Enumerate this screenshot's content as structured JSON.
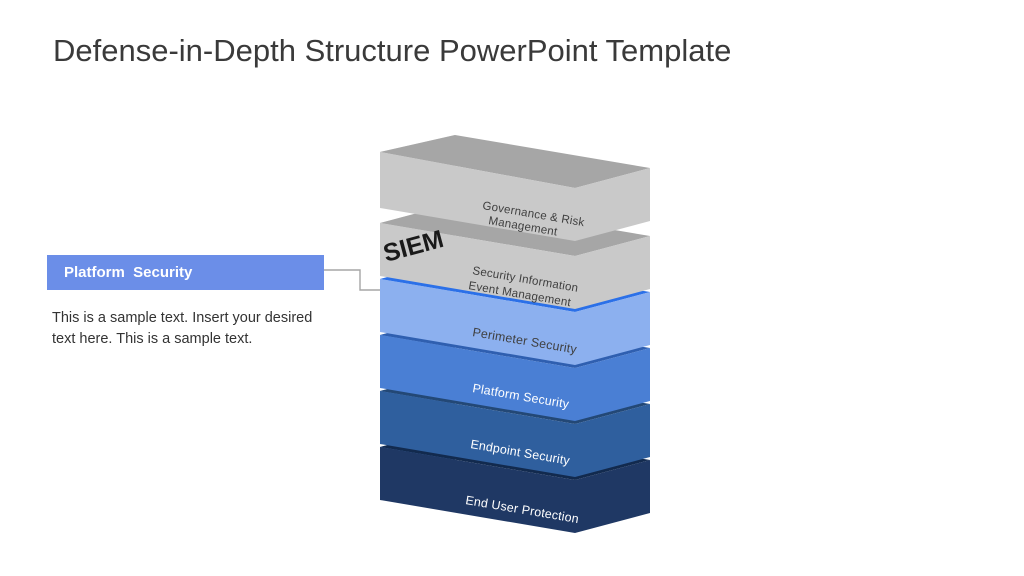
{
  "slide": {
    "title": "Defense-in-Depth Structure PowerPoint Template",
    "background_color": "#ffffff"
  },
  "callout": {
    "label": "Platform  Security",
    "body_text": "This is a sample text. Insert your desired text here. This is a sample text.",
    "box_color": "#6b8ee8",
    "label_color": "#ffffff",
    "connector_color": "#a6a6a6"
  },
  "diagram": {
    "name": "defense-in-depth-layer-stack",
    "side_label": "SIEM",
    "layers": [
      {
        "id": "governance-risk-management",
        "line1": "Governance & Risk",
        "line2": "Management",
        "top_color": "#a6a6a6",
        "front_color": "#c9c9c9",
        "side_color": "#e0e0e0",
        "bevel_color": "#9a9a9a",
        "text_color": "#3f3f3f"
      },
      {
        "id": "security-information-event-management",
        "line1": "Security Information",
        "line2": "Event Management",
        "top_color": "#a6a6a6",
        "front_color": "#c9c9c9",
        "side_color": "#e0e0e0",
        "bevel_color": "#9a9a9a",
        "text_color": "#3f3f3f"
      },
      {
        "id": "perimeter-security",
        "line1": "Perimeter Security",
        "line2": "",
        "top_color": "#2b70e8",
        "front_color": "#8cb0ef",
        "side_color": "#b7cdf5",
        "bevel_color": "#2b70e8",
        "text_color": "#3f3f3f"
      },
      {
        "id": "platform-security",
        "line1": "Platform Security",
        "line2": "",
        "top_color": "#2f5fb0",
        "front_color": "#4a7fd4",
        "side_color": "#87a9e0",
        "bevel_color": "#2f5fb0",
        "text_color": "#ffffff"
      },
      {
        "id": "endpoint-security",
        "line1": "Endpoint Security",
        "line2": "",
        "top_color": "#234876",
        "front_color": "#2f5f9e",
        "side_color": "#6d93cc",
        "bevel_color": "#234876",
        "text_color": "#ffffff"
      },
      {
        "id": "end-user-protection",
        "line1": "End User Protection",
        "line2": "",
        "top_color": "#122a4e",
        "front_color": "#1f3864",
        "side_color": "#5384c4",
        "bevel_color": "#122a4e",
        "text_color": "#ffffff"
      }
    ]
  }
}
